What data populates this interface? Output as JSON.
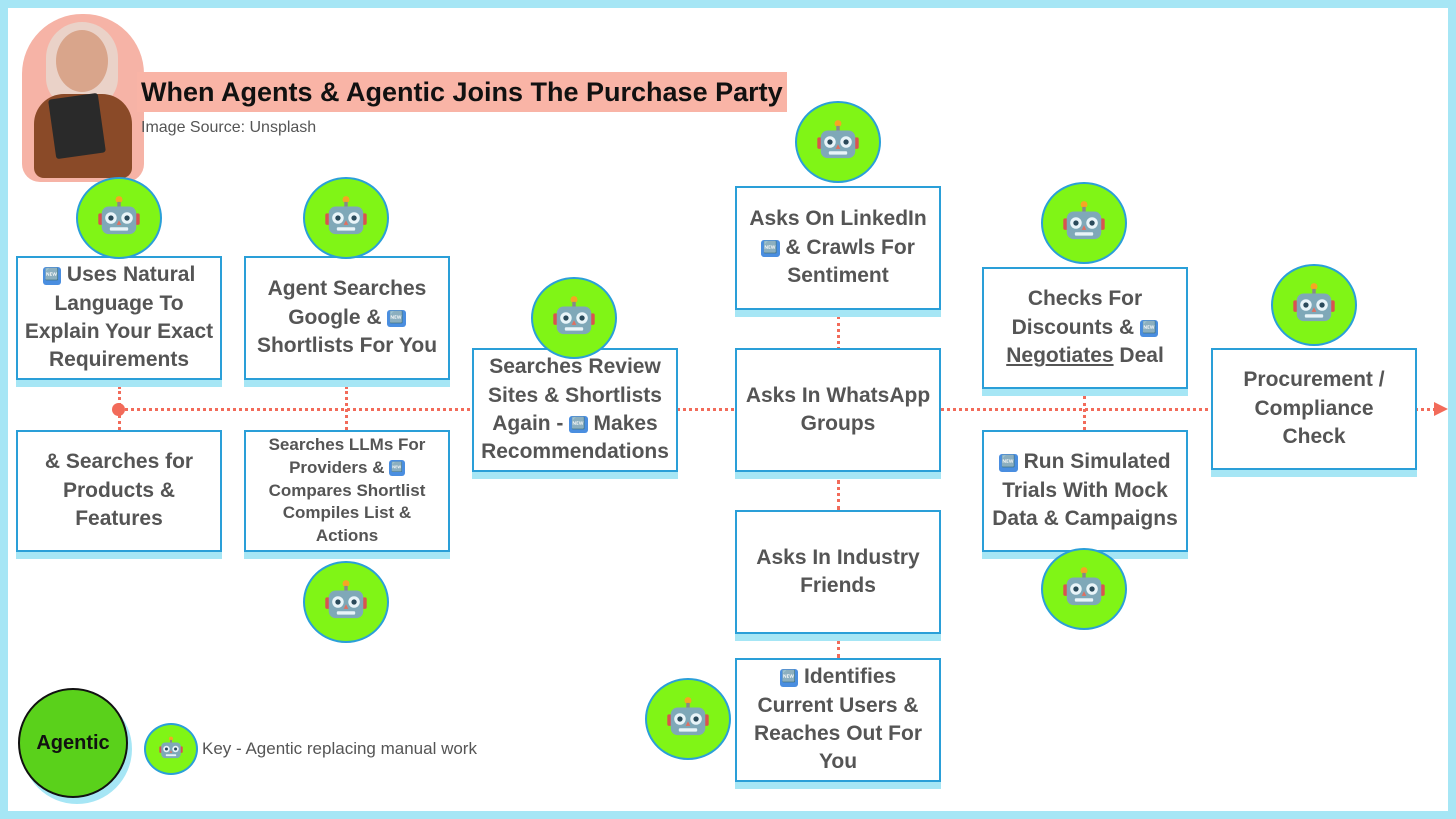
{
  "title": "When Agents & Agentic Joins The Purchase Party",
  "subtitle": "Image Source: Unsplash",
  "new_emoji": "🆕",
  "steps": {
    "s1": {
      "line1": "Uses Natural",
      "line2": "Language To",
      "line3": "Explain Your Exact",
      "line4": "Requirements"
    },
    "s2": {
      "line1": "& Searches for",
      "line2": "Products &",
      "line3": "Features"
    },
    "s3": {
      "line1": "Agent Searches",
      "line2": "Google &",
      "line3": "Shortlists For You"
    },
    "s4": {
      "line1": "Searches LLMs For",
      "line2": "Providers &",
      "line3": "Compares Shortlist",
      "line4": "Compiles List &",
      "line5": "Actions"
    },
    "s5": {
      "line1": "Searches Review",
      "line2": "Sites & Shortlists",
      "line3": "Again -",
      "line3b": "Makes",
      "line4": "Recommendations"
    },
    "s6": {
      "line1": "Asks On LinkedIn",
      "line2": "& Crawls For",
      "line3": "Sentiment"
    },
    "s7": {
      "line1": "Asks In WhatsApp",
      "line2": "Groups"
    },
    "s8": {
      "line1": "Asks In Industry",
      "line2": "Friends"
    },
    "s9": {
      "line1": "Identifies",
      "line2": "Current Users &",
      "line3": "Reaches Out For",
      "line4": "You"
    },
    "s10": {
      "line1": "Checks For",
      "line2": "Discounts &",
      "line3a": "Negotiates",
      "line3b": "Deal"
    },
    "s11": {
      "line1": "Run Simulated",
      "line2": "Trials With Mock",
      "line3": "Data & Campaigns"
    },
    "s12": {
      "line1": "Procurement /",
      "line2": "Compliance",
      "line3": "Check"
    }
  },
  "legend": {
    "agentic_label": "Agentic",
    "key_text": "Key - Agentic replacing manual work"
  },
  "colors": {
    "accent_green": "#80f516",
    "box_border": "#2a9fd8",
    "shadow": "#a6e6f5",
    "dotted_line": "#f26b5a",
    "title_highlight": "#f9b4a6"
  },
  "icons": {
    "robot": "robot-icon",
    "new": "new-badge-icon"
  }
}
